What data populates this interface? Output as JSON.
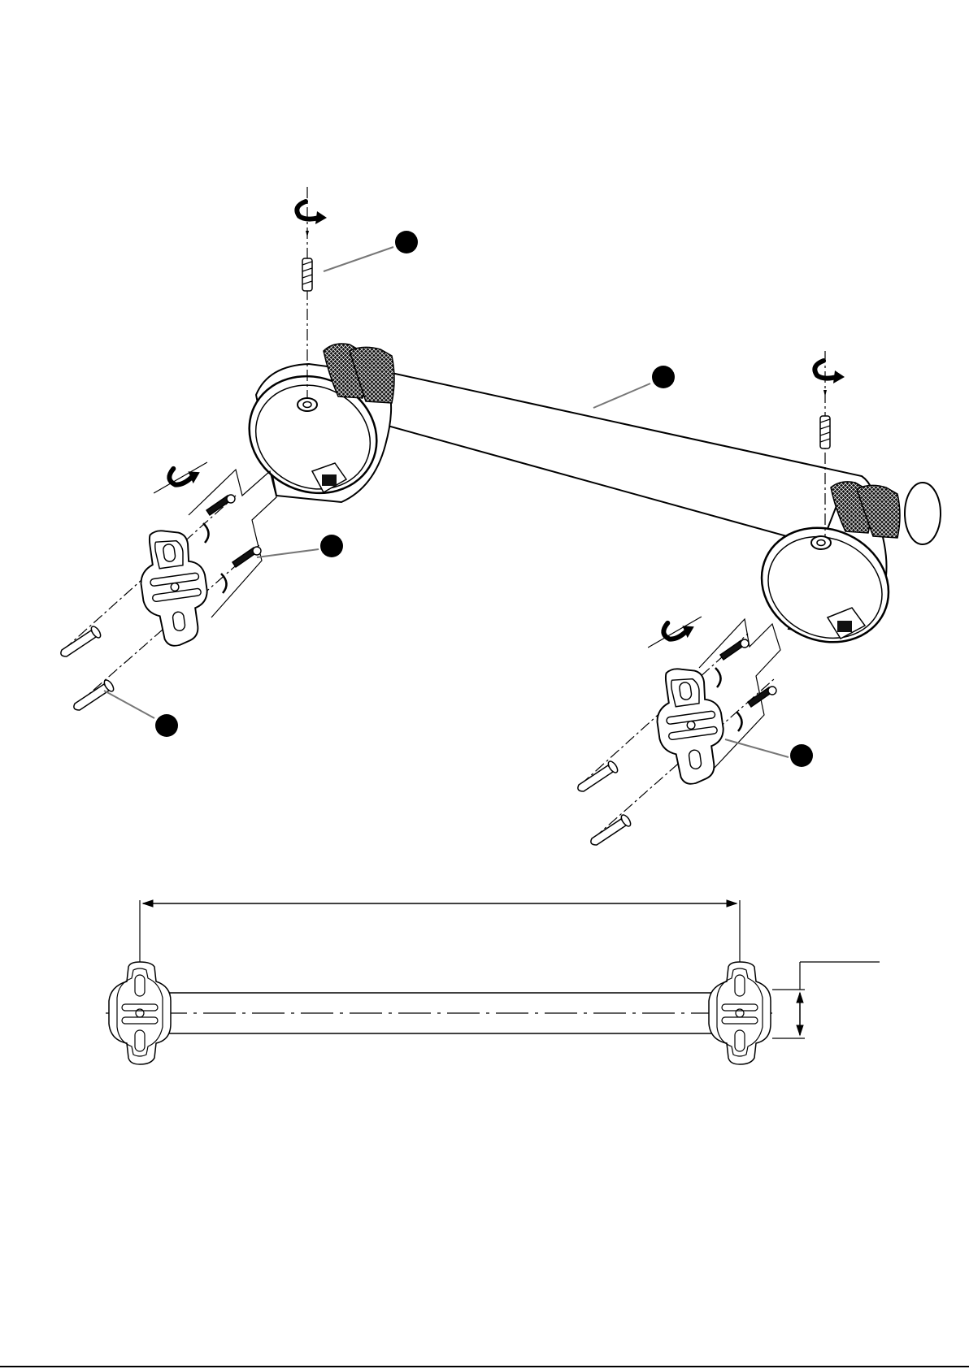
{
  "diagram": {
    "kind": "exploded installation drawing of a wall-mounted bar",
    "line_color": "#000000",
    "leader_color": "#777777",
    "background": "#ffffff",
    "callouts": [
      {
        "id": "setscrew-left",
        "marker": "filled-circle"
      },
      {
        "id": "bar",
        "marker": "filled-circle"
      },
      {
        "id": "screws-left",
        "marker": "filled-circle"
      },
      {
        "id": "anchors-left",
        "marker": "filled-circle"
      },
      {
        "id": "mounting-plate-right",
        "marker": "filled-circle"
      }
    ],
    "icons": [
      "rotate-clockwise-icon",
      "rotate-clockwise-icon",
      "rotate-clockwise-icon",
      "rotate-clockwise-icon"
    ]
  }
}
